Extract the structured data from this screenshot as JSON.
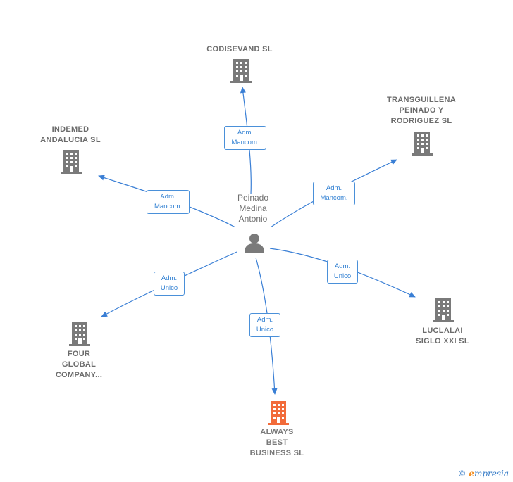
{
  "center": {
    "name": "Peinado\nMedina\nAntonio",
    "icon": "person-icon"
  },
  "companies": {
    "codisevand": {
      "name": "CODISEVAND SL",
      "icon": "building-icon",
      "color": "#7a7a7a"
    },
    "transguillena": {
      "name": "TRANSGUILLENA\nPEINADO Y\nRODRIGUEZ SL",
      "icon": "building-icon",
      "color": "#7a7a7a"
    },
    "indemed": {
      "name": "INDEMED\nANDALUCIA SL",
      "icon": "building-icon",
      "color": "#7a7a7a"
    },
    "luclalai": {
      "name": "LUCLALAI\nSIGLO XXI  SL",
      "icon": "building-icon",
      "color": "#7a7a7a"
    },
    "four_global": {
      "name": "FOUR\nGLOBAL\nCOMPANY...",
      "icon": "building-icon",
      "color": "#7a7a7a"
    },
    "always_best": {
      "name": "ALWAYS\nBEST\nBUSINESS  SL",
      "icon": "building-icon",
      "color": "#f26b3a"
    }
  },
  "relations": {
    "codisevand": "Adm.\nMancom.",
    "transguillena": "Adm.\nMancom.",
    "indemed": "Adm.\nMancom.",
    "luclalai": "Adm.\nUnico",
    "four_global": "Adm.\nUnico",
    "always_best": "Adm.\nUnico"
  },
  "colors": {
    "edge": "#3a7fd5",
    "edge_label_text": "#2f7fd2"
  },
  "brand": {
    "copyright": "©",
    "e": "e",
    "rest": "mpresia"
  }
}
